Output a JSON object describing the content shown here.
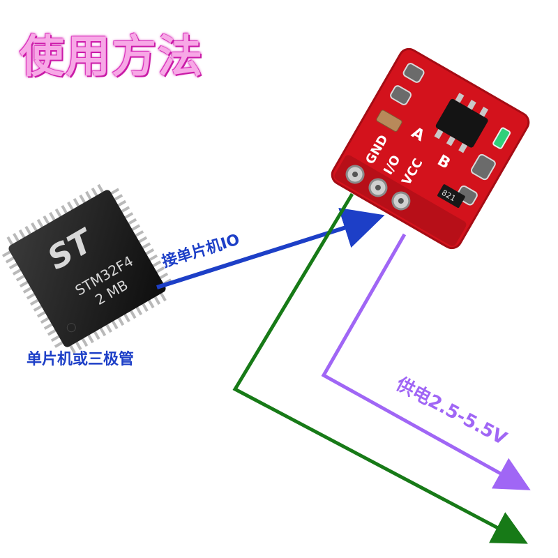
{
  "title": "使用方法",
  "chip": {
    "brand": "ST",
    "model": "STM32F4",
    "memory": "2 MB",
    "caption": "单片机或三极管"
  },
  "module": {
    "pins": [
      "GND",
      "I/O",
      "VCC"
    ],
    "pad_a": "A",
    "pad_b": "B",
    "resistor_code": "821"
  },
  "labels": {
    "io_connection": "接单片机IO",
    "power_supply": "供电2.5-5.5V"
  },
  "colors": {
    "title": "#f7a8e6",
    "io_arrow": "#1d3fc7",
    "power_arrow": "#a066f5",
    "ground_arrow": "#177a17",
    "pcb": "#d3121c"
  }
}
